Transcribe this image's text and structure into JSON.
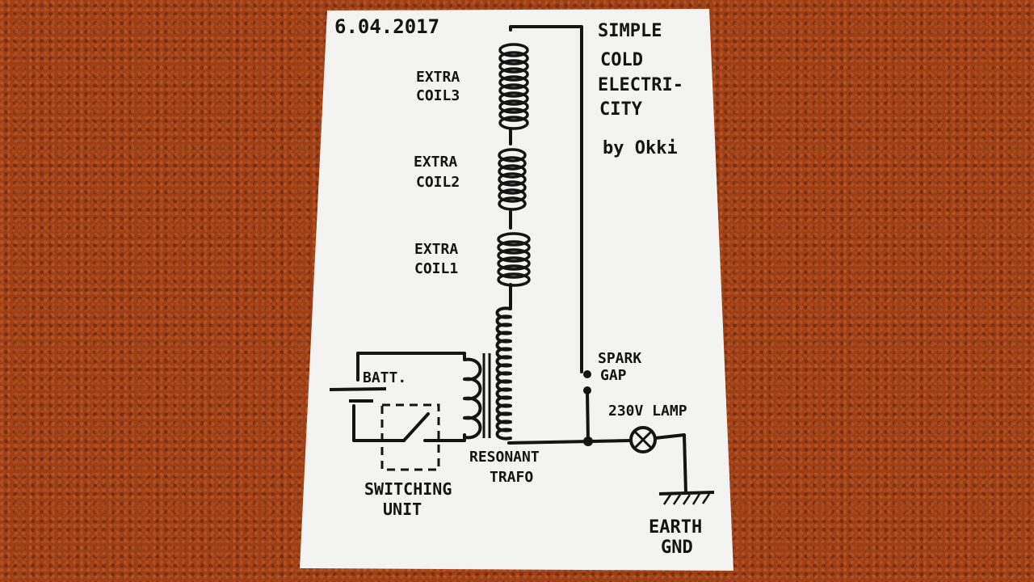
{
  "date": "6.04.2017",
  "title_lines": [
    "SIMPLE",
    "COLD",
    "ELECTRI-",
    "CITY"
  ],
  "author": "by Okki",
  "coil3_label": [
    "EXTRA",
    "COIL3"
  ],
  "coil2_label": [
    "EXTRA",
    "COIL2"
  ],
  "coil1_label": [
    "EXTRA",
    "COIL1"
  ],
  "spark_gap_label": [
    "SPARK",
    "GAP"
  ],
  "lamp_label": "230V LAMP",
  "battery_label": "BATT.",
  "resonant_label": [
    "RESONANT",
    "TRAFO"
  ],
  "switching_label": [
    "SWITCHING",
    "UNIT"
  ],
  "earth_label": [
    "EARTH",
    "GND"
  ],
  "colors": {
    "ink": "#141414",
    "paper": "#f3f3f1",
    "carpet": "#9c3e16"
  }
}
